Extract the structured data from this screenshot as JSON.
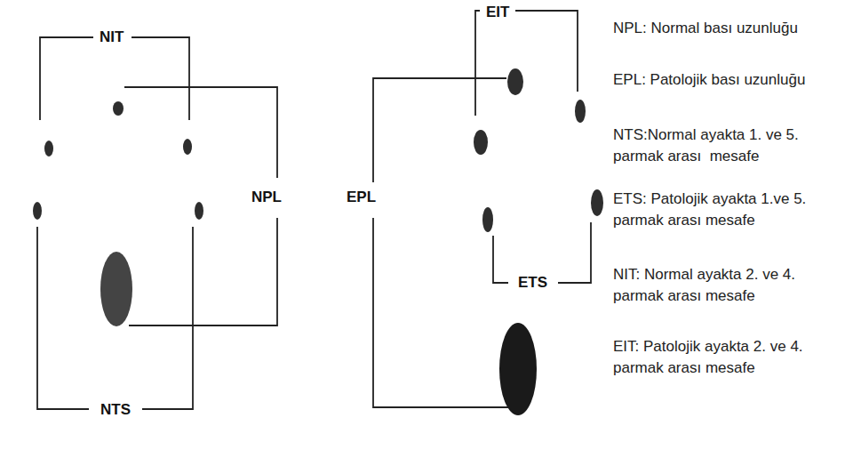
{
  "diagram": {
    "labels": [
      "NIT",
      "NPL",
      "NTS",
      "EIT",
      "EPL",
      "ETS",
      "NPL: Normal bası uzunluğu",
      "EPL: Patolojik bası uzunluğu",
      "NTS:Normal ayakta 1. ve 5. parmak arası  mesafe",
      "ETS: Patolojik ayakta 1.ve 5. parmak arası mesafe",
      "NIT: Normal ayakta 2. ve 4. parmak arası mesafe",
      "EIT: Patolojik ayakta 2. ve 4. parmak arası mesafe"
    ]
  }
}
